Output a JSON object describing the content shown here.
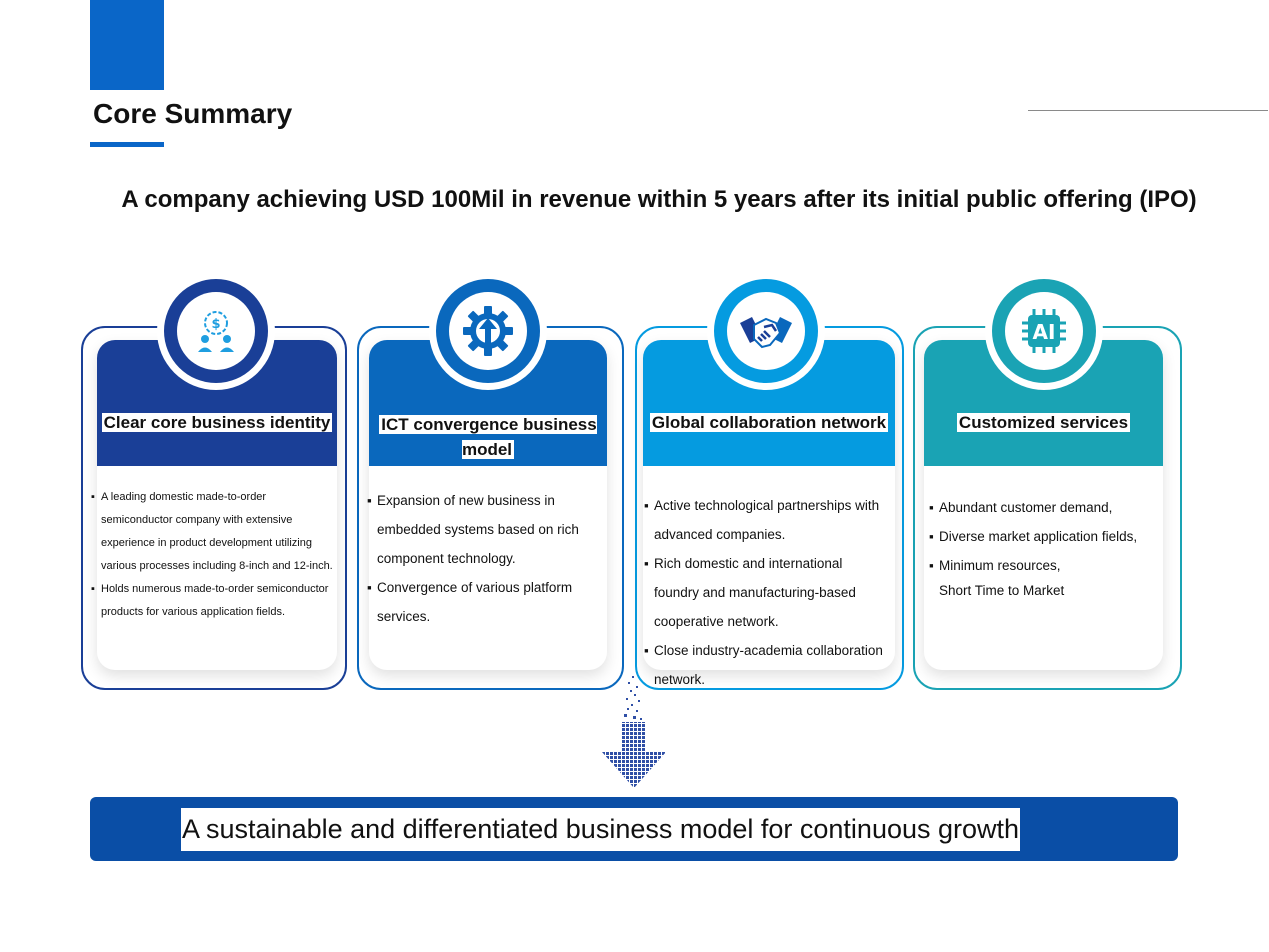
{
  "page": {
    "title": "Core Summary",
    "headline": "A company achieving USD 100Mil in revenue within 5 years after its initial public offering (IPO)"
  },
  "colors": {
    "accent": "#0a66c8",
    "card1": "#1a3f97",
    "card2": "#0a68bd",
    "card3": "#059be0",
    "card4": "#1aa3b4",
    "banner": "#0a4ea6"
  },
  "cards": [
    {
      "title": "Clear core business identity",
      "icon": "money-people-icon",
      "bullets": [
        "A leading domestic made-to-order semiconductor company with extensive experience in product development utilizing various processes including 8-inch and 12-inch.",
        "Holds numerous made-to-order semiconductor products for various application fields."
      ]
    },
    {
      "title": "ICT convergence business model",
      "icon": "gear-arrow-icon",
      "bullets": [
        "Expansion of new business in embedded systems based on rich component technology.",
        "Convergence of various platform services."
      ]
    },
    {
      "title": "Global collaboration network",
      "icon": "handshake-icon",
      "bullets": [
        "Active technological partnerships with advanced companies.",
        "Rich domestic and international foundry and manufacturing-based cooperative network.",
        "Close industry-academia collaboration network."
      ]
    },
    {
      "title": "Customized services",
      "icon": "ai-chip-icon",
      "bullets": [
        "Abundant customer demand,",
        " Diverse market application fields,",
        "Minimum resources,"
      ],
      "extra_line": "Short Time  to Market"
    }
  ],
  "banner": {
    "text": "A sustainable and differentiated business model for continuous growth"
  }
}
